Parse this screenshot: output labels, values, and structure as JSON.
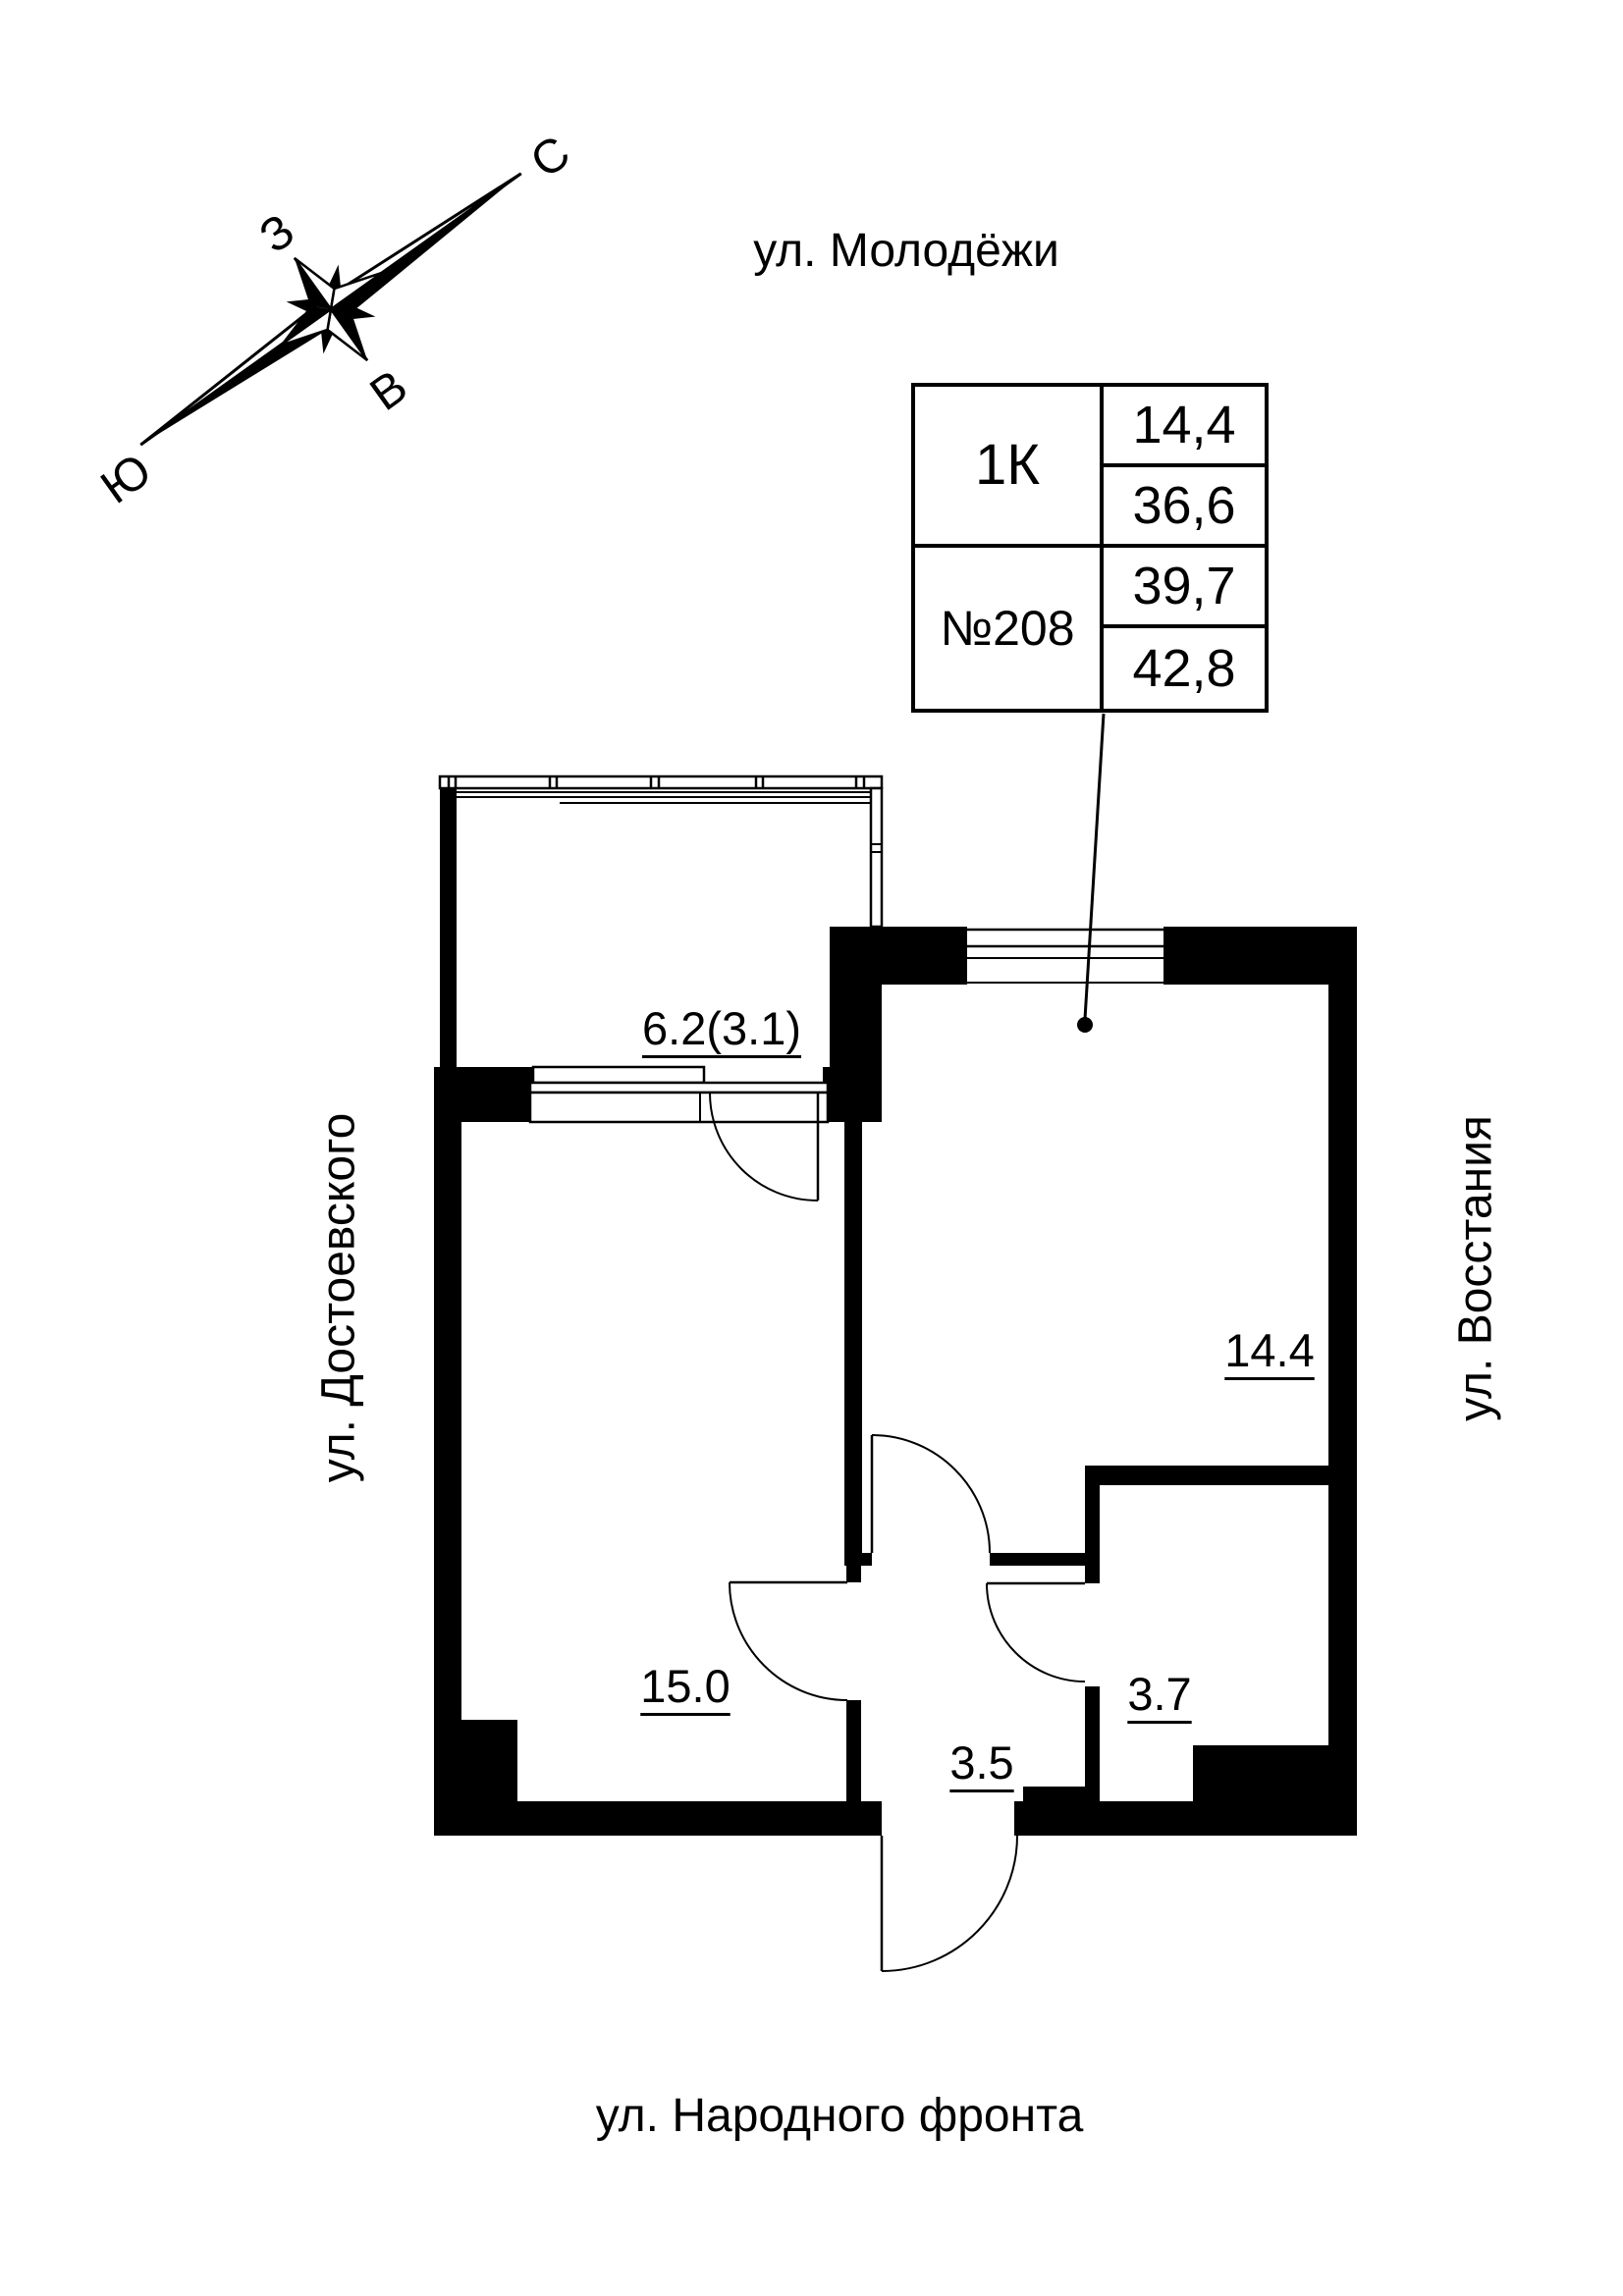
{
  "colors": {
    "ink": "#000000",
    "background": "#ffffff"
  },
  "streets": {
    "top": "ул. Молодёжи",
    "bottom": "ул. Народного фронта",
    "left": "ул. Достоевского",
    "right": "ул. Восстания"
  },
  "compass": {
    "north": "С",
    "south": "Ю",
    "west": "З",
    "east": "В"
  },
  "info_table": {
    "unit_type": "1К",
    "unit_number": "№208",
    "values": [
      "14,4",
      "36,6",
      "39,7",
      "42,8"
    ]
  },
  "room_labels": {
    "loggia": "6.2(3.1)",
    "living_room": "14.4",
    "kitchen": "15.0",
    "hallway": "3.5",
    "bathroom": "3.7"
  }
}
